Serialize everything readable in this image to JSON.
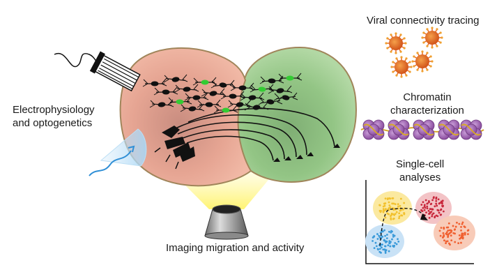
{
  "labels": {
    "electrophysiology": [
      "Electrophysiology",
      "and optogenetics"
    ],
    "imaging": "Imaging migration and activity",
    "viral": "Viral connectivity tracing",
    "chromatin": [
      "Chromatin",
      "characterization"
    ],
    "single_cell": [
      "Single-cell",
      "analyses"
    ]
  },
  "colors": {
    "left_hemisphere": "#e9a593",
    "right_hemisphere": "#8fc483",
    "outline": "#a0855a",
    "neuron": "#111111",
    "labeled_neuron": "#33cc33",
    "light_cone": "#f5f06a",
    "virus": "#e8641e",
    "nucleosome": "#9e5fb0",
    "cluster_yellow": "#f2c12e",
    "cluster_red": "#c8283c",
    "cluster_orange": "#f06030",
    "cluster_blue": "#3a9ad9"
  },
  "icons": [
    "recording-electrode-icon",
    "light-fiber-icon",
    "microscope-objective-icon",
    "virus-icon",
    "nucleosome-icon"
  ]
}
